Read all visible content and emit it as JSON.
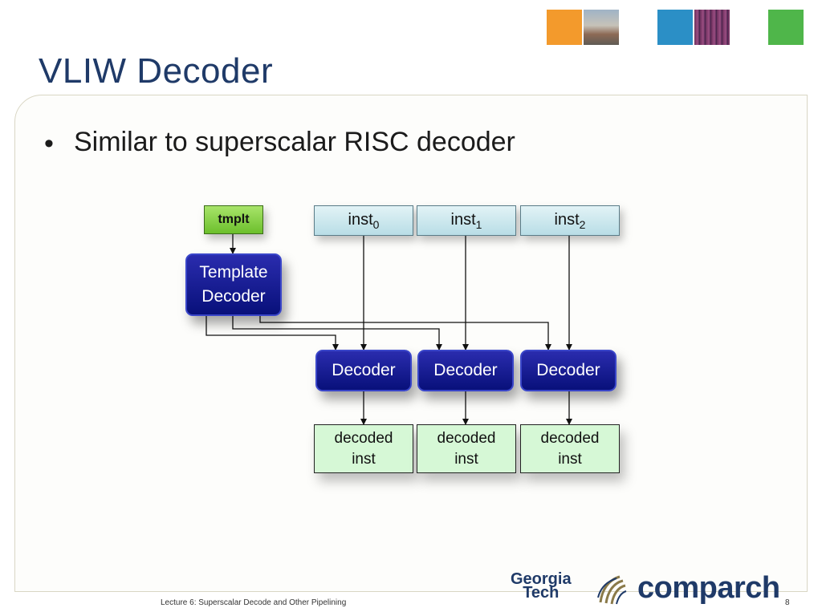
{
  "slide": {
    "title": "VLIW Decoder",
    "bullet": "Similar to superscalar RISC decoder",
    "footer": "Lecture 6: Superscalar Decode and Other Pipelining",
    "page_number": "8"
  },
  "diagram": {
    "tmplt_label": "tmplt",
    "template_decoder": [
      "Template",
      "Decoder"
    ],
    "inputs": [
      {
        "base": "inst",
        "sub": "0"
      },
      {
        "base": "inst",
        "sub": "1"
      },
      {
        "base": "inst",
        "sub": "2"
      }
    ],
    "decoders": [
      "Decoder",
      "Decoder",
      "Decoder"
    ],
    "outputs": [
      [
        "decoded",
        "inst"
      ],
      [
        "decoded",
        "inst"
      ],
      [
        "decoded",
        "inst"
      ]
    ]
  },
  "logos": {
    "georgia_tech": [
      "Georgia",
      "Tech"
    ],
    "comparch": "comparch"
  },
  "colors": {
    "title": "#1f3a68",
    "decoder_fill": "#0b1285",
    "tmplt_fill": "#7ccb3a",
    "inst_fill": "#c6e7ee",
    "output_fill": "#d6f8d6"
  }
}
